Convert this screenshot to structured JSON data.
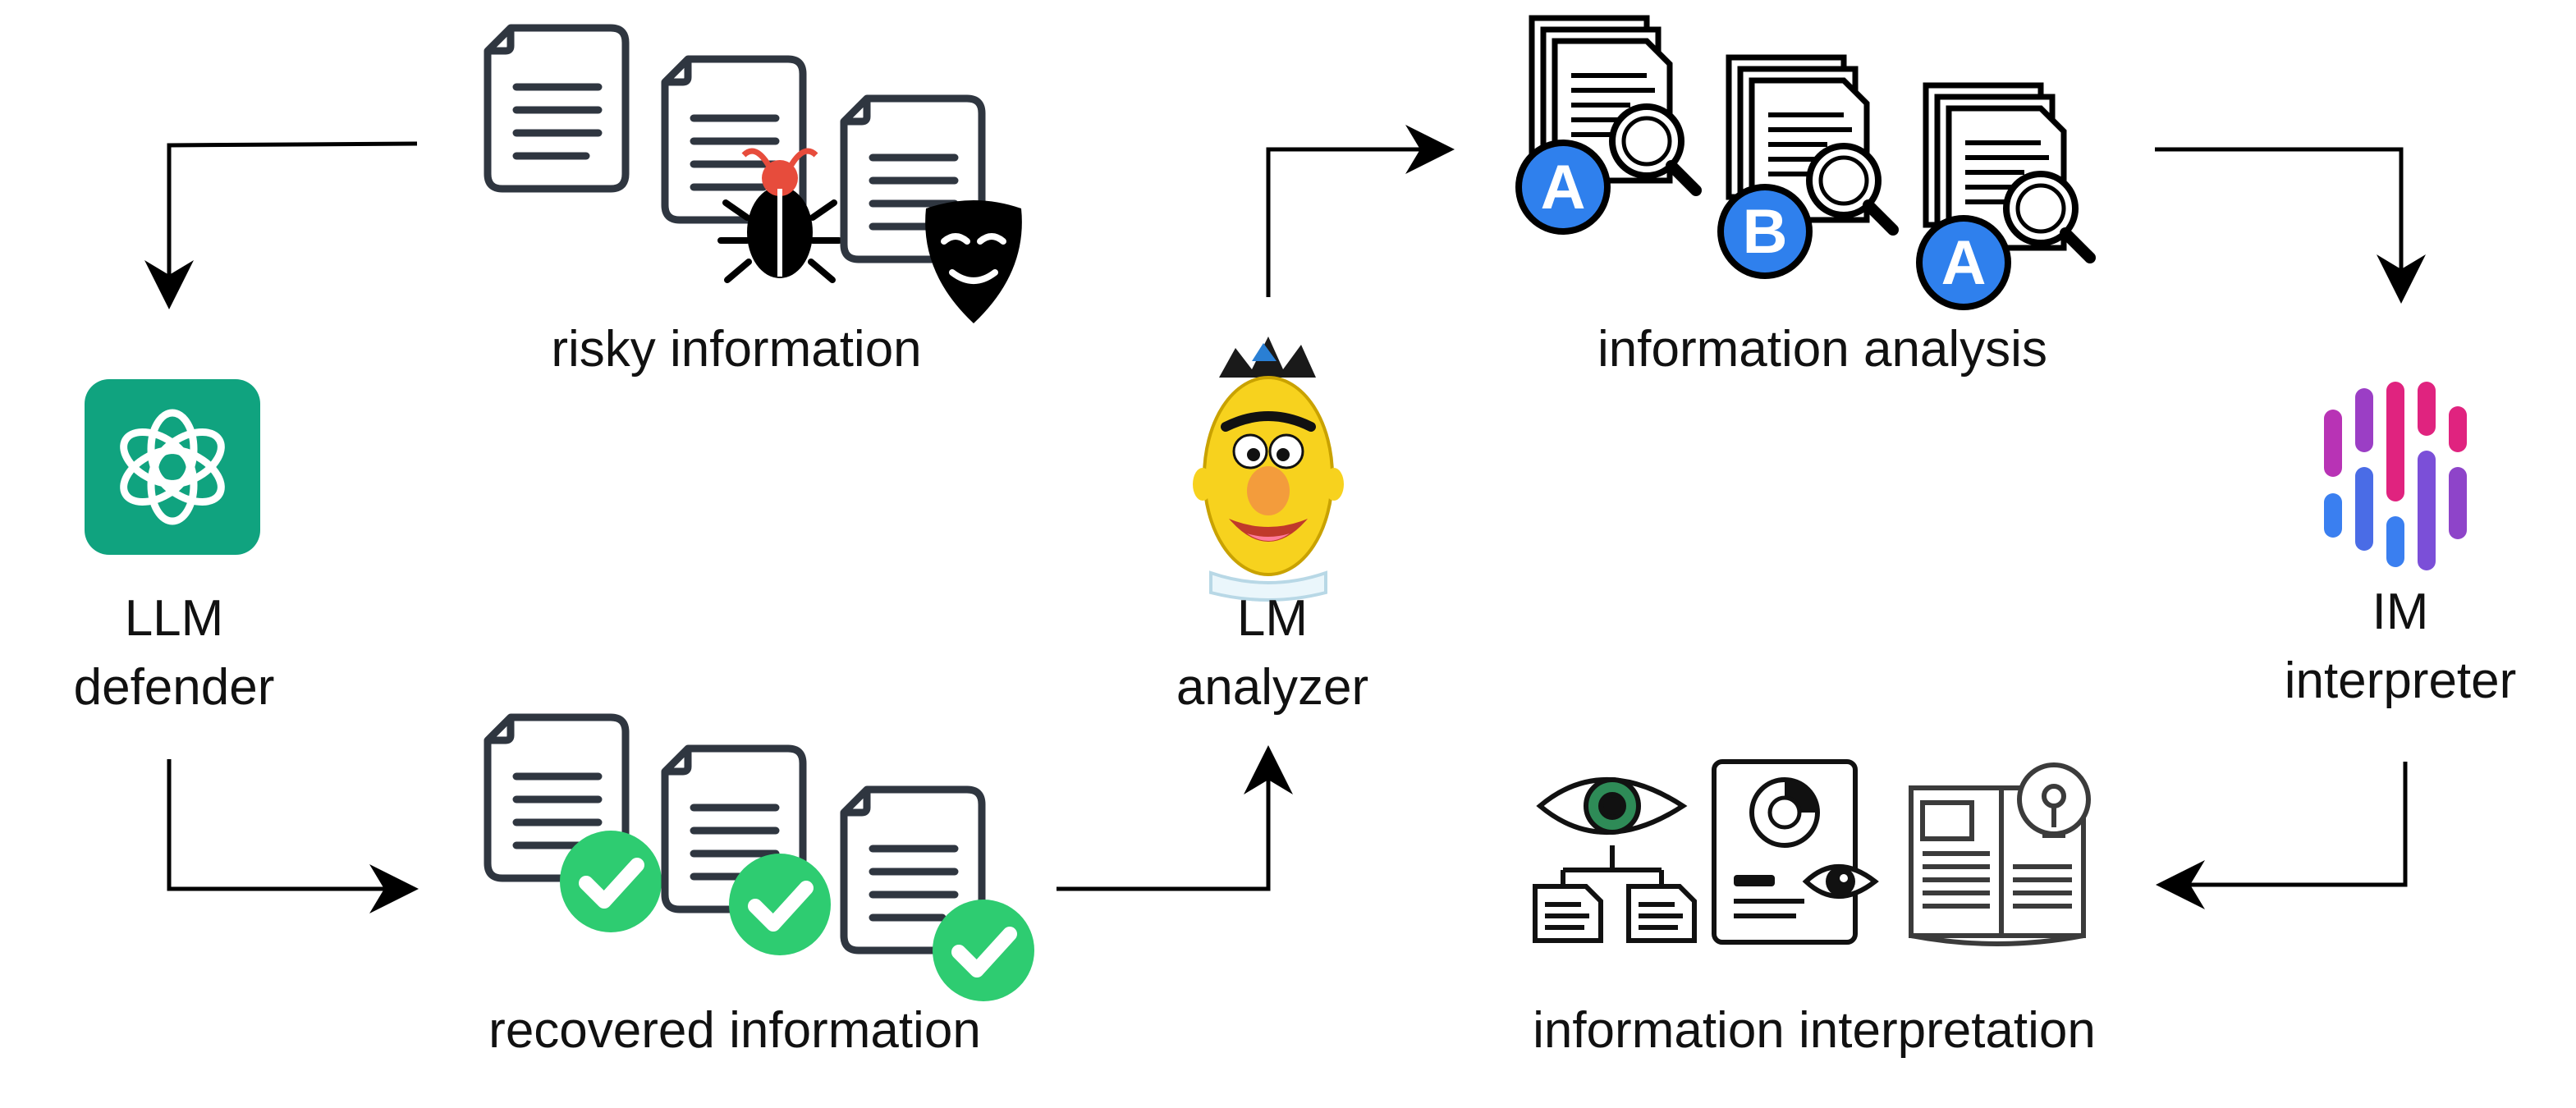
{
  "labels": {
    "risky": "risky information",
    "recovered": "recovered information",
    "llm_defender_line1": "LLM",
    "llm_defender_line2": "defender",
    "lm_analyzer_line1": "LM",
    "lm_analyzer_line2": "analyzer",
    "analysis": "information analysis",
    "im_interpreter_line1": "IM",
    "im_interpreter_line2": "interpreter",
    "interpretation": "information interpretation"
  },
  "analysis_badges": [
    "A",
    "B",
    "A"
  ],
  "colors": {
    "stroke": "#2f3640",
    "openai_green": "#10a37f",
    "badge_blue": "#2f80ed",
    "check_green": "#2ecc71",
    "bug_red": "#e74c3c",
    "bert_yellow": "#f7d21e",
    "bert_nose": "#f39c3c"
  },
  "icons": {
    "llm_defender": "openai-logo-icon",
    "lm_analyzer": "bert-character-icon",
    "im_interpreter": "bar-logo-icon",
    "risky": [
      "document-icon",
      "document-bug-icon",
      "document-mask-icon"
    ],
    "recovered": [
      "document-check-icon",
      "document-check-icon",
      "document-check-icon"
    ],
    "analysis": [
      "document-search-icon",
      "document-search-icon",
      "document-search-icon"
    ],
    "interpretation": [
      "eye-hierarchy-icon",
      "report-eye-icon",
      "book-idea-icon"
    ]
  }
}
